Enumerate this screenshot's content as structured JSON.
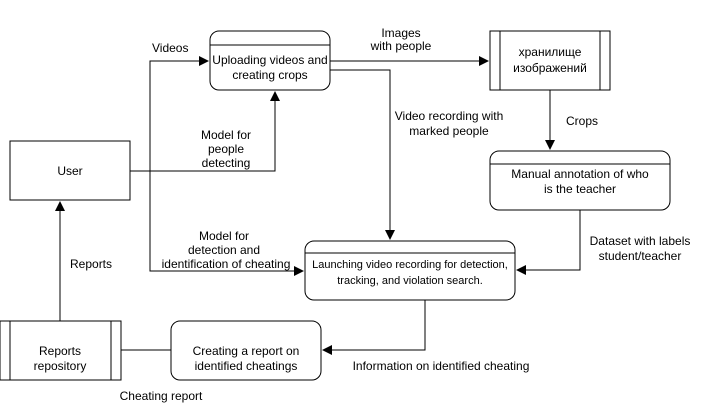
{
  "nodes": {
    "user": "User",
    "uploading": [
      "Uploading videos and",
      "creating crops"
    ],
    "store": [
      "хранилище",
      "изображений"
    ],
    "manual": [
      "Manual annotation of who",
      "is the teacher"
    ],
    "launching": [
      "Launching video recording for detection,",
      "tracking, and violation search."
    ],
    "reports_repo": [
      "Reports",
      "repository"
    ],
    "creating_report": [
      "Creating a report on",
      "identified cheatings"
    ]
  },
  "edges": {
    "videos": "Videos",
    "images": [
      "Images",
      "with people"
    ],
    "model_people": [
      "Model for",
      "people",
      "detecting"
    ],
    "video_marked": [
      "Video recording with",
      "marked people"
    ],
    "crops": "Crops",
    "model_cheating": [
      "Model for",
      "detection and",
      "identification of cheating"
    ],
    "dataset": [
      "Dataset with labels",
      "student/teacher"
    ],
    "reports": "Reports",
    "info_cheating": "Information on identified cheating",
    "cheating_report": "Cheating report"
  },
  "colors": {
    "stroke": "#000000",
    "fill": "#ffffff",
    "text": "#000000"
  }
}
